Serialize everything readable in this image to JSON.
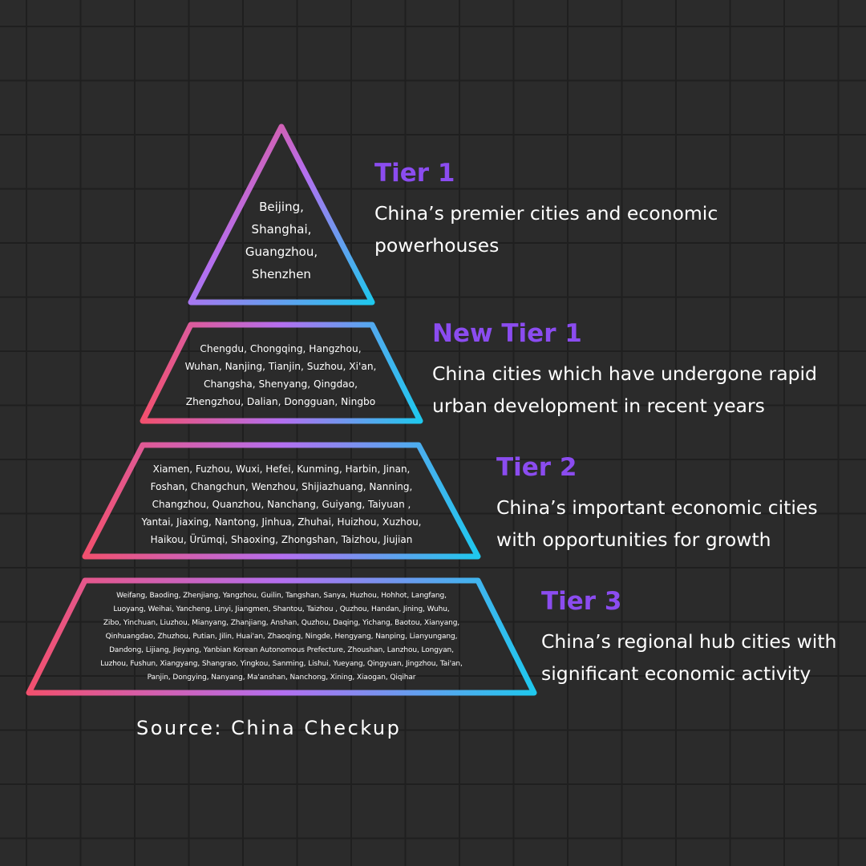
{
  "tiers": {
    "tier1": {
      "title": "Tier 1",
      "desc": [
        "China’s premier cities and economic",
        "powerhouses"
      ],
      "cities": [
        "Beijing,",
        "Shanghai,",
        "Guangzhou,",
        "Shenzhen"
      ]
    },
    "new_tier1": {
      "title": "New Tier 1",
      "desc": [
        "China cities which have undergone rapid",
        "urban development in recent years"
      ],
      "cities": [
        "Chengdu, Chongqing, Hangzhou,",
        "Wuhan, Nanjing, Tianjin, Suzhou, Xi'an,",
        "Changsha, Shenyang, Qingdao,",
        "Zhengzhou, Dalian, Dongguan, Ningbo"
      ]
    },
    "tier2": {
      "title": "Tier 2",
      "desc": [
        "China’s important economic cities",
        "with opportunities for growth"
      ],
      "cities": [
        "Xiamen, Fuzhou, Wuxi, Hefei, Kunming, Harbin, Jinan,",
        "Foshan, Changchun, Wenzhou, Shijiazhuang, Nanning,",
        "Changzhou, Quanzhou, Nanchang, Guiyang, Taiyuan ,",
        "Yantai, Jiaxing, Nantong, Jinhua, Zhuhai, Huizhou, Xuzhou,",
        "Haikou, Ürümqi, Shaoxing, Zhongshan, Taizhou, Jiujian"
      ]
    },
    "tier3": {
      "title": "Tier 3",
      "desc": [
        "China’s regional hub cities with",
        "significant economic activity"
      ],
      "cities": [
        "Weifang, Baoding, Zhenjiang, Yangzhou, Guilin, Tangshan, Sanya, Huzhou, Hohhot, Langfang,",
        "Luoyang, Weihai, Yancheng, Linyi, Jiangmen, Shantou, Taizhou , Quzhou, Handan, Jining, Wuhu,",
        "Zibo, Yinchuan, Liuzhou, Mianyang, Zhanjiang, Anshan, Quzhou, Daqing, Yichang, Baotou, Xianyang,",
        "Qinhuangdao, Zhuzhou, Putian, Jilin, Huai'an, Zhaoqing, Ningde, Hengyang, Nanping, Lianyungang,",
        "Dandong, Lijiang, Jieyang, Yanbian Korean Autonomous Prefecture, Zhoushan, Lanzhou, Longyan,",
        "Luzhou, Fushun, Xiangyang, Shangrao, Yingkou, Sanming, Lishui, Yueyang, Qingyuan, Jingzhou, Tai'an,",
        "Panjin, Dongying, Nanyang, Ma'anshan, Nanchong, Xining, Xiaogan, Qiqihar"
      ]
    }
  },
  "source": "Source: China Checkup",
  "colors": {
    "gradient_start": "#f2506e",
    "gradient_mid": "#b46ff0",
    "gradient_end": "#1fc8ee",
    "title": "#8b4cf0",
    "background": "#2b2b2b",
    "grid": "#1f1f1f"
  }
}
